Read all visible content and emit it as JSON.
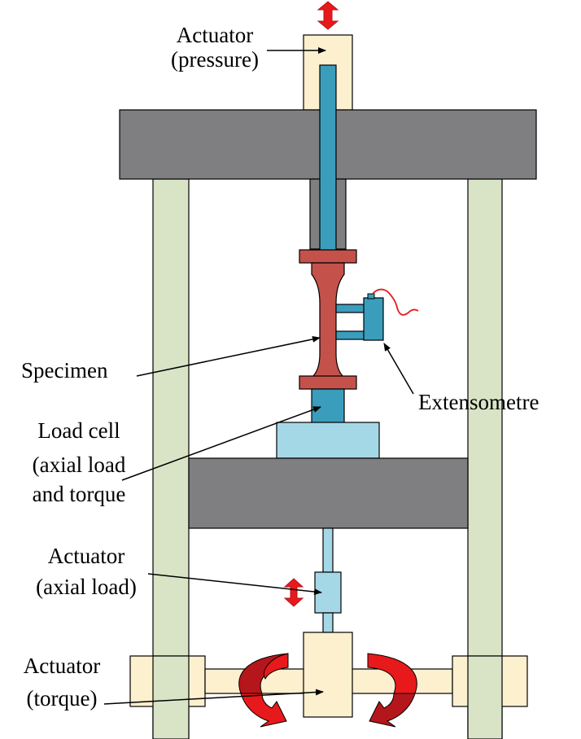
{
  "labels": {
    "actuator_pressure": [
      "Actuator",
      "(pressure)"
    ],
    "specimen": "Specimen",
    "extensometre": "Extensometre",
    "load_cell": [
      "Load cell",
      "(axial load",
      "and torque"
    ],
    "actuator_axial": [
      "Actuator",
      "(axial load)"
    ],
    "actuator_torque": [
      "Actuator",
      "(torque)"
    ]
  },
  "colors": {
    "frame_column": "#d9e4c7",
    "crosshead": "#7f7e80",
    "cream_block": "#fdf0cf",
    "blue_rod": "#3a9dbc",
    "light_blue": "#a5d8e6",
    "specimen_red": "#c4524a",
    "arrow_red": "#e8191b",
    "arrow_dark_red": "#b5161c",
    "leader_black": "#000000"
  }
}
